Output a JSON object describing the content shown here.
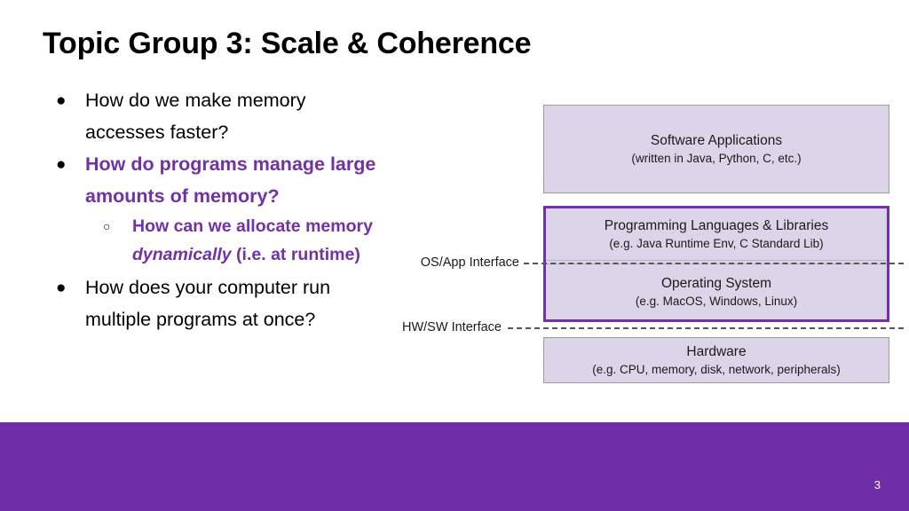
{
  "slide": {
    "title": "Topic Group 3: Scale & Coherence",
    "page_number": "3",
    "accent_color": "#6f2da8",
    "purple_text_color": "#7231a6",
    "box_fill_color": "#dcd5ea",
    "box_border_color": "#9a9a9a"
  },
  "bullets": {
    "b1": {
      "marker": "●",
      "line1": "How do we make memory",
      "line2": "accesses faster?"
    },
    "b2": {
      "marker": "●",
      "line1": "How do programs manage large",
      "line2": "amounts of memory?"
    },
    "b2sub": {
      "marker": "○",
      "line1": "How can we allocate memory",
      "line2_italic": "dynamically",
      "line2_rest": " (i.e. at runtime)"
    },
    "b3": {
      "marker": "●",
      "line1": "How does your computer run",
      "line2": "multiple programs at once?"
    }
  },
  "diagram": {
    "software": {
      "title": "Software Applications",
      "subtitle": "(written in Java, Python, C, etc.)"
    },
    "languages": {
      "title": "Programming Languages & Libraries",
      "subtitle": "(e.g. Java Runtime Env, C Standard Lib)"
    },
    "os": {
      "title": "Operating System",
      "subtitle": "(e.g. MacOS, Windows, Linux)"
    },
    "hardware": {
      "title": "Hardware",
      "subtitle": "(e.g. CPU, memory, disk, network, peripherals)"
    },
    "interfaces": {
      "os_app": "OS/App Interface",
      "hw_sw": "HW/SW Interface"
    }
  }
}
